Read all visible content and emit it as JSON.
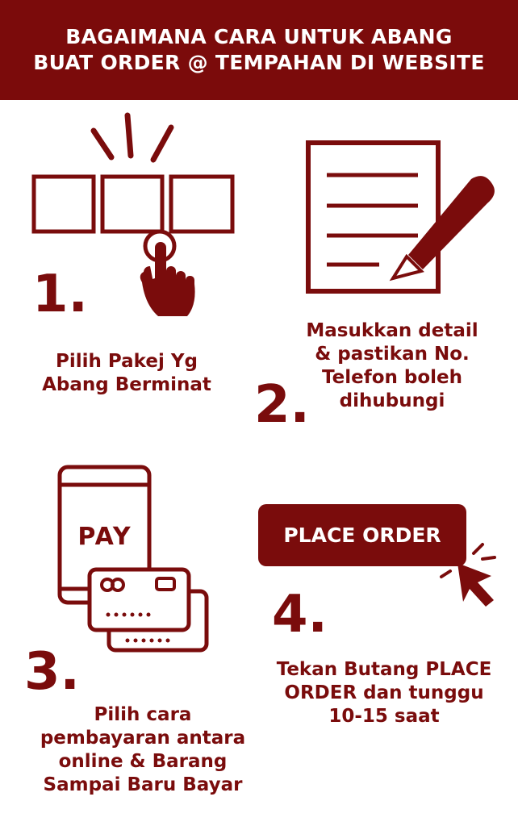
{
  "header": {
    "line1": "BAGAIMANA CARA UNTUK ABANG",
    "line2": "BUAT ORDER @ TEMPAHAN DI WEBSITE"
  },
  "steps": [
    {
      "number": "1.",
      "lines": [
        "Pilih Pakej Yg",
        "Abang Berminat"
      ],
      "icon": "tap-selection-icon"
    },
    {
      "number": "2.",
      "lines": [
        "Masukkan detail",
        "& pastikan No.",
        "Telefon boleh",
        "dihubungi"
      ],
      "icon": "form-pencil-icon"
    },
    {
      "number": "3.",
      "lines": [
        "Pilih cara",
        "pembayaran antara",
        "online & Barang",
        "Sampai Baru Bayar"
      ],
      "icon": "phone-pay-card-icon"
    },
    {
      "number": "4.",
      "lines": [
        "Tekan Butang PLACE",
        "ORDER dan tunggu",
        "10-15 saat"
      ],
      "icon": "place-order-button-icon"
    }
  ],
  "phone": {
    "pay_label": "PAY"
  },
  "place_order": {
    "label": "PLACE ORDER"
  },
  "colors": {
    "primary": "#7a0c0c",
    "background": "#ffffff"
  }
}
